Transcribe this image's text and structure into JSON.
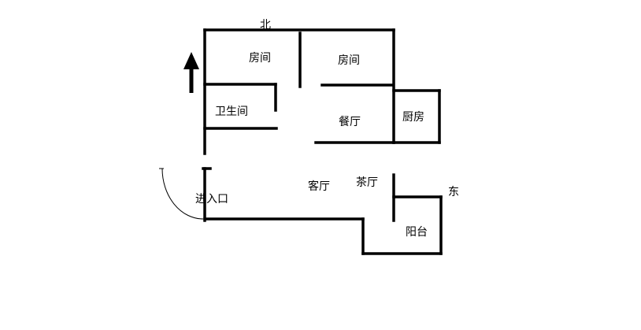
{
  "compass": {
    "north": "北",
    "east": "东"
  },
  "rooms": {
    "bedroom_1": "房间",
    "bedroom_2": "房间",
    "bathroom": "卫生间",
    "dining_room": "餐厅",
    "kitchen": "厨房",
    "living_room": "客厅",
    "tea_room": "茶厅",
    "balcony": "阳台"
  },
  "entrance": "进入口",
  "icons": {
    "north_arrow": "north-arrow-icon",
    "door_swing": "door-swing-icon"
  }
}
